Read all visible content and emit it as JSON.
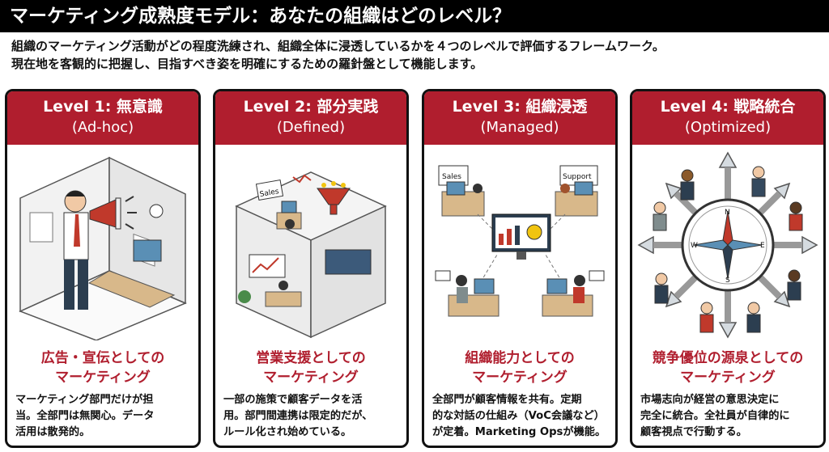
{
  "header": {
    "title": "マーケティング成熟度モデル：あなたの組織はどのレベル？"
  },
  "intro": {
    "line1": "組織のマーケティング活動がどの程度洗練され、組織全体に浸透しているかを４つのレベルで評価するフレームワーク。",
    "line2": "現在地を客観的に把握し、目指すべき姿を明確にするための羅針盤として機能します。"
  },
  "colors": {
    "accent": "#b01e2e",
    "title_bg": "#000000"
  },
  "levels": [
    {
      "level": "Level 1: 無意識",
      "en": "(Ad-hoc)",
      "sub1": "広告・宣伝としての",
      "sub2": "マーケティング",
      "desc1": "マーケティング部門だけが担",
      "desc2": "当。全部門は無関心。データ",
      "desc3": "活用は散発的。",
      "icon": "megaphone-office-illustration"
    },
    {
      "level": "Level 2: 部分実践",
      "en": "(Defined)",
      "sub1": "営業支援としての",
      "sub2": "マーケティング",
      "desc1": "一部の施策で顧客データを活",
      "desc2": "用。部門間連携は限定的だが、",
      "desc3": "ルール化され始めている。",
      "icon": "sales-funnel-illustration",
      "sales_label": "Sales"
    },
    {
      "level": "Level 3: 組織浸透",
      "en": "(Managed)",
      "sub1": "組織能力としての",
      "sub2": "マーケティング",
      "desc1": "全部門が顧客情報を共有。定期",
      "desc2": "的な対話の仕組み（VoC会議など）",
      "desc3": "が定着。Marketing Opsが機能。",
      "icon": "shared-dashboard-illustration",
      "sales_label": "Sales",
      "support_label": "Support"
    },
    {
      "level": "Level 4: 戦略統合",
      "en": "(Optimized)",
      "sub1": "競争優位の源泉としての",
      "sub2": "マーケティング",
      "desc1": "市場志向が経営の意思決定に",
      "desc2": "完全に統合。全社員が自律的に",
      "desc3": "顧客視点で行動する。",
      "icon": "compass-illustration",
      "compass": {
        "n": "N",
        "s": "S",
        "e": "E",
        "w": "W"
      }
    }
  ]
}
